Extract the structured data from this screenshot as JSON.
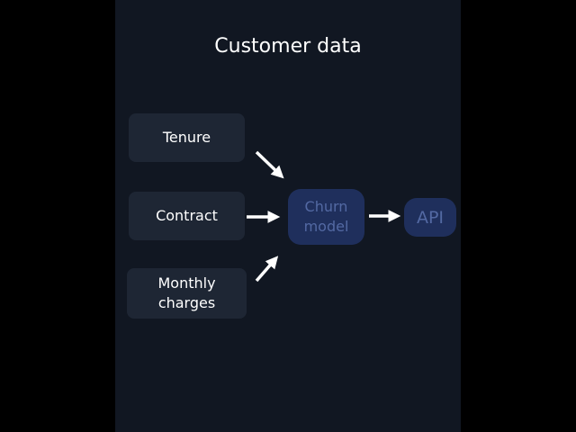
{
  "title": "Customer data",
  "nodes": {
    "tenure": "Tenure",
    "contract": "Contract",
    "monthly_line1": "Monthly",
    "monthly_line2": "charges",
    "churn_line1": "Churn",
    "churn_line2": "model",
    "api": "API"
  },
  "colors": {
    "background": "#111722",
    "input_node": "#1e2634",
    "model_node": "#1f2f5c",
    "model_text": "#5369a3",
    "arrow": "#ffffff"
  }
}
